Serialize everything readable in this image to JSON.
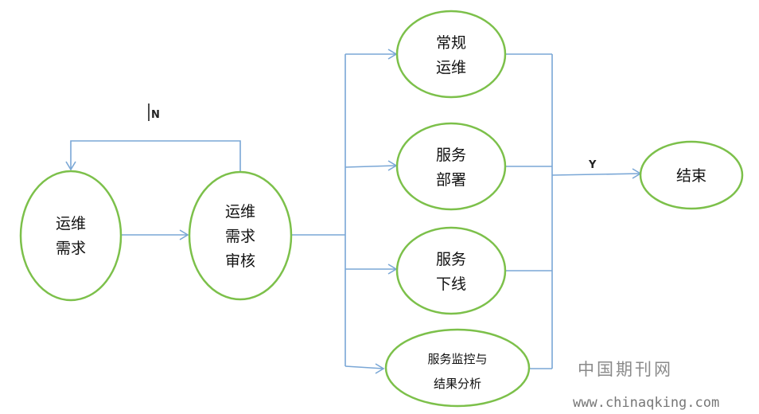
{
  "diagram": {
    "nodes": {
      "ops_request": [
        "运维",
        "需求"
      ],
      "ops_review": [
        "运维",
        "需求",
        "审核"
      ],
      "routine_ops": [
        "常规",
        "运维"
      ],
      "service_deploy": [
        "服务",
        "部署"
      ],
      "service_offline": [
        "服务",
        "下线"
      ],
      "service_monitor": [
        "服务监控与",
        "结果分析"
      ],
      "end": [
        "结束"
      ]
    },
    "edge_labels": {
      "no": "N",
      "yes": "Y"
    }
  },
  "watermark": {
    "cn": "中国期刊网",
    "url": "www.chinaqking.com"
  },
  "colors": {
    "node_stroke": "#7cc04a",
    "edge_stroke": "#7aa7d6"
  }
}
